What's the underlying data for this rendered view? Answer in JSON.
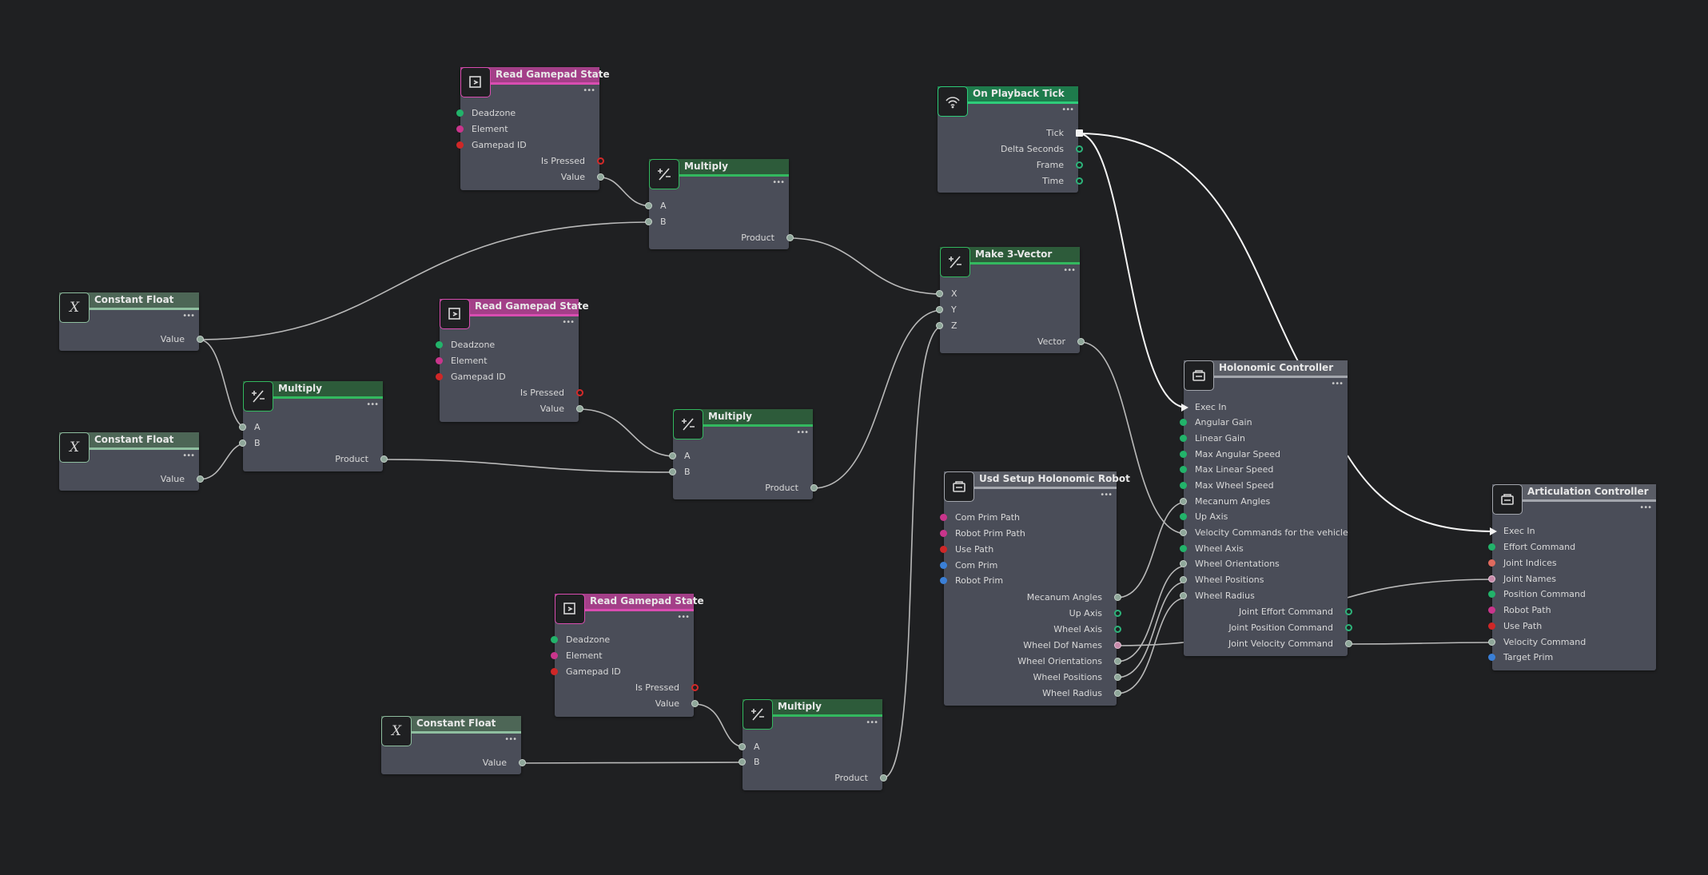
{
  "node_colors": {
    "gamepad": "#a33f88",
    "gamepad_line": "#d94db1",
    "math": "#2d5b3a",
    "math_line": "#33b95f",
    "constant": "#4d6656",
    "constant_line": "#8fbfa0",
    "event": "#1e7b4c",
    "event_line": "#2ecc7a",
    "controller": "#5a5d66",
    "controller_line": "#a3a6ad"
  },
  "nodes": {
    "rgs1": {
      "title": "Read Gamepad State",
      "icon": "gamepad-icon",
      "in": [
        "Deadzone",
        "Element",
        "Gamepad ID"
      ],
      "out": [
        "Is Pressed",
        "Value"
      ]
    },
    "rgs2": {
      "title": "Read Gamepad State",
      "icon": "gamepad-icon",
      "in": [
        "Deadzone",
        "Element",
        "Gamepad ID"
      ],
      "out": [
        "Is Pressed",
        "Value"
      ]
    },
    "rgs3": {
      "title": "Read Gamepad State",
      "icon": "gamepad-icon",
      "in": [
        "Deadzone",
        "Element",
        "Gamepad ID"
      ],
      "out": [
        "Is Pressed",
        "Value"
      ]
    },
    "mul1": {
      "title": "Multiply",
      "icon": "math-icon",
      "in": [
        "A",
        "B"
      ],
      "out": [
        "Product"
      ]
    },
    "mul2": {
      "title": "Multiply",
      "icon": "math-icon",
      "in": [
        "A",
        "B"
      ],
      "out": [
        "Product"
      ]
    },
    "mul3": {
      "title": "Multiply",
      "icon": "math-icon",
      "in": [
        "A",
        "B"
      ],
      "out": [
        "Product"
      ]
    },
    "mul4": {
      "title": "Multiply",
      "icon": "math-icon",
      "in": [
        "A",
        "B"
      ],
      "out": [
        "Product"
      ]
    },
    "cf1": {
      "title": "Constant Float",
      "icon": "variable-x-icon",
      "symbol": "X",
      "out": [
        "Value"
      ]
    },
    "cf2": {
      "title": "Constant Float",
      "icon": "variable-x-icon",
      "symbol": "X",
      "out": [
        "Value"
      ]
    },
    "cf3": {
      "title": "Constant Float",
      "icon": "variable-x-icon",
      "symbol": "X",
      "out": [
        "Value"
      ]
    },
    "tick": {
      "title": "On Playback Tick",
      "icon": "signal-icon",
      "out": [
        "Tick",
        "Delta Seconds",
        "Frame",
        "Time"
      ]
    },
    "vec": {
      "title": "Make 3-Vector",
      "icon": "math-icon",
      "in": [
        "X",
        "Y",
        "Z"
      ],
      "out": [
        "Vector"
      ]
    },
    "usd": {
      "title": "Usd Setup Holonomic Robot",
      "icon": "robot-controller-icon",
      "in": [
        "Com Prim Path",
        "Robot Prim Path",
        "Use Path",
        "Com Prim",
        "Robot Prim"
      ],
      "out": [
        "Mecanum Angles",
        "Up Axis",
        "Wheel Axis",
        "Wheel Dof Names",
        "Wheel Orientations",
        "Wheel Positions",
        "Wheel Radius"
      ]
    },
    "holo": {
      "title": "Holonomic Controller",
      "icon": "robot-controller-icon",
      "in": [
        "Exec In",
        "Angular Gain",
        "Linear Gain",
        "Max Angular Speed",
        "Max Linear Speed",
        "Max Wheel Speed",
        "Mecanum Angles",
        "Up Axis",
        "Velocity Commands for the vehicle",
        "Wheel Axis",
        "Wheel Orientations",
        "Wheel Positions",
        "Wheel Radius"
      ],
      "out": [
        "Joint Effort Command",
        "Joint Position Command",
        "Joint Velocity Command"
      ]
    },
    "art": {
      "title": "Articulation Controller",
      "icon": "robot-controller-icon",
      "in": [
        "Exec In",
        "Effort Command",
        "Joint Indices",
        "Joint Names",
        "Position Command",
        "Robot Path",
        "Use Path",
        "Velocity Command",
        "Target Prim"
      ]
    }
  }
}
